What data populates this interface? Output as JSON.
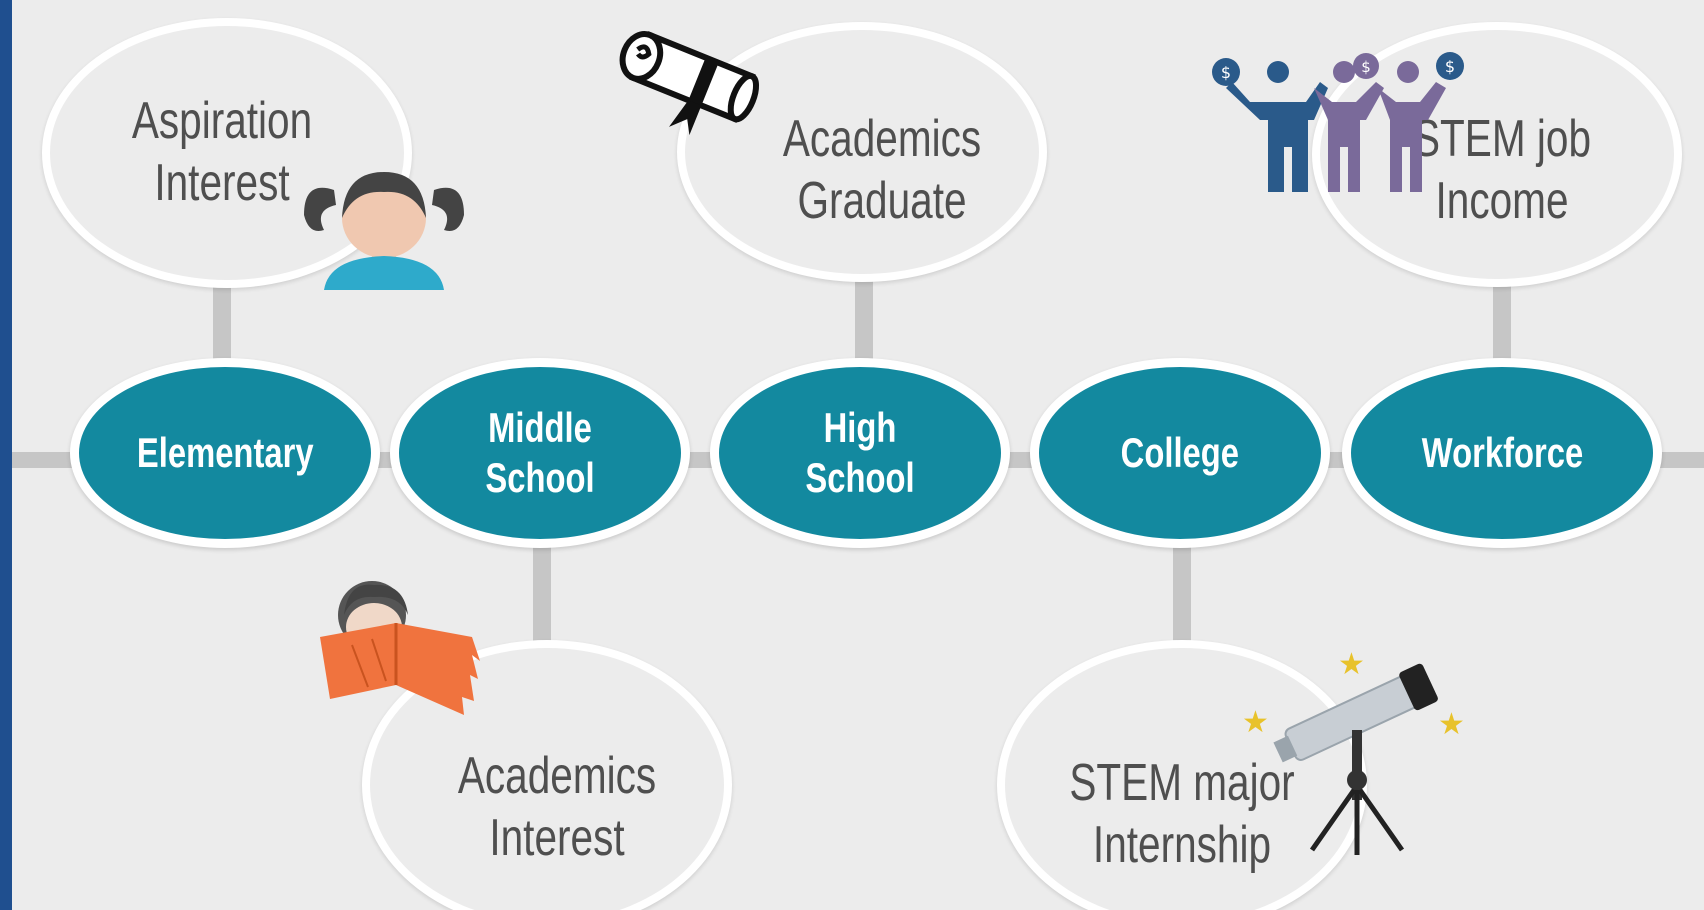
{
  "stages": [
    {
      "id": "elementary",
      "label": "Elementary"
    },
    {
      "id": "middle-school",
      "label": "Middle\nSchool"
    },
    {
      "id": "high-school",
      "label": "High\nSchool"
    },
    {
      "id": "college",
      "label": "College"
    },
    {
      "id": "workforce",
      "label": "Workforce"
    }
  ],
  "bubbles": {
    "aspiration": {
      "line1": "Aspiration",
      "line2": "Interest",
      "icon": "girl-icon"
    },
    "academics_middle": {
      "line1": "Academics",
      "line2": "Interest",
      "icon": "reading-child-icon"
    },
    "academics_high": {
      "line1": "Academics",
      "line2": "Graduate",
      "icon": "diploma-icon"
    },
    "stem_college": {
      "line1": "STEM major",
      "line2": "Internship",
      "icon": "telescope-icon"
    },
    "stem_job": {
      "line1": "STEM job",
      "line2": "Income",
      "icon": "workers-moneybags-icon"
    }
  },
  "colors": {
    "stage_fill": "#13899f",
    "connector": "#c6c6c6",
    "bubble_text": "#4f4f4f",
    "background": "#ececec",
    "border": "#1f4f8f"
  }
}
